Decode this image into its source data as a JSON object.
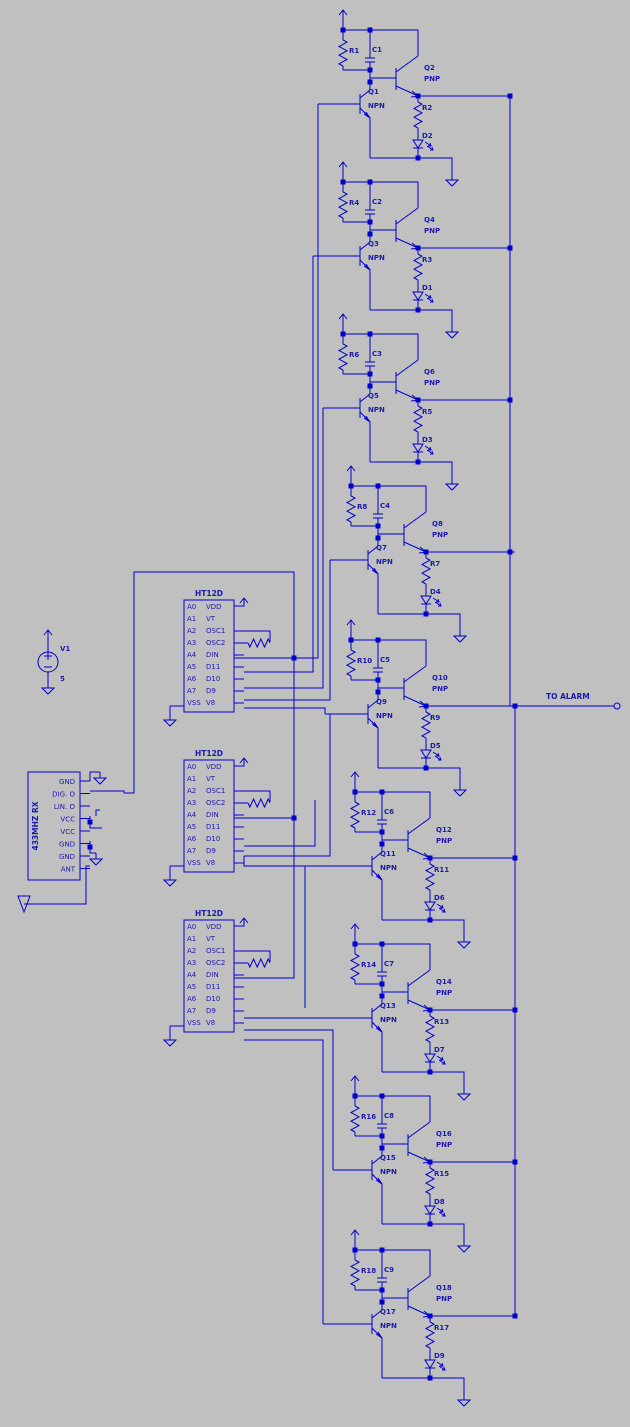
{
  "colors": {
    "background": "#c0c0c0",
    "wire": "#0000cc",
    "text": "#1a1ab0"
  },
  "source": {
    "name": "V1",
    "value": "5"
  },
  "receiver": {
    "title": "433MHZ RX",
    "pins": [
      "GND",
      "DIG. O",
      "LIN. O",
      "VCC",
      "VCC",
      "GND",
      "GND",
      "ANT"
    ]
  },
  "decoder_left_pins": [
    "A0",
    "A1",
    "A2",
    "A3",
    "A4",
    "A5",
    "A6",
    "A7",
    "VSS"
  ],
  "decoder_right_pins": [
    "VDD",
    "VT",
    "OSC1",
    "OSC2",
    "DIN",
    "D11",
    "D10",
    "D9",
    "V8"
  ],
  "decoders": [
    {
      "name": "HT12D"
    },
    {
      "name": "HT12D"
    },
    {
      "name": "HT12D"
    }
  ],
  "output_label": "TO ALARM",
  "npn_type": "NPN",
  "pnp_type": "PNP",
  "stages": [
    {
      "npn": "Q1",
      "pnp": "Q2",
      "rb": "R1",
      "cap": "C1",
      "rc": "R2",
      "led": "D2"
    },
    {
      "npn": "Q3",
      "pnp": "Q4",
      "rb": "R4",
      "cap": "C2",
      "rc": "R3",
      "led": "D1"
    },
    {
      "npn": "Q5",
      "pnp": "Q6",
      "rb": "R6",
      "cap": "C3",
      "rc": "R5",
      "led": "D3"
    },
    {
      "npn": "Q7",
      "pnp": "Q8",
      "rb": "R8",
      "cap": "C4",
      "rc": "R7",
      "led": "D4"
    },
    {
      "npn": "Q9",
      "pnp": "Q10",
      "rb": "R10",
      "cap": "C5",
      "rc": "R9",
      "led": "D5"
    },
    {
      "npn": "Q11",
      "pnp": "Q12",
      "rb": "R12",
      "cap": "C6",
      "rc": "R11",
      "led": "D6"
    },
    {
      "npn": "Q13",
      "pnp": "Q14",
      "rb": "R14",
      "cap": "C7",
      "rc": "R13",
      "led": "D7"
    },
    {
      "npn": "Q15",
      "pnp": "Q16",
      "rb": "R16",
      "cap": "C8",
      "rc": "R15",
      "led": "D8"
    },
    {
      "npn": "Q17",
      "pnp": "Q18",
      "rb": "R18",
      "cap": "C9",
      "rc": "R17",
      "led": "D9"
    }
  ]
}
